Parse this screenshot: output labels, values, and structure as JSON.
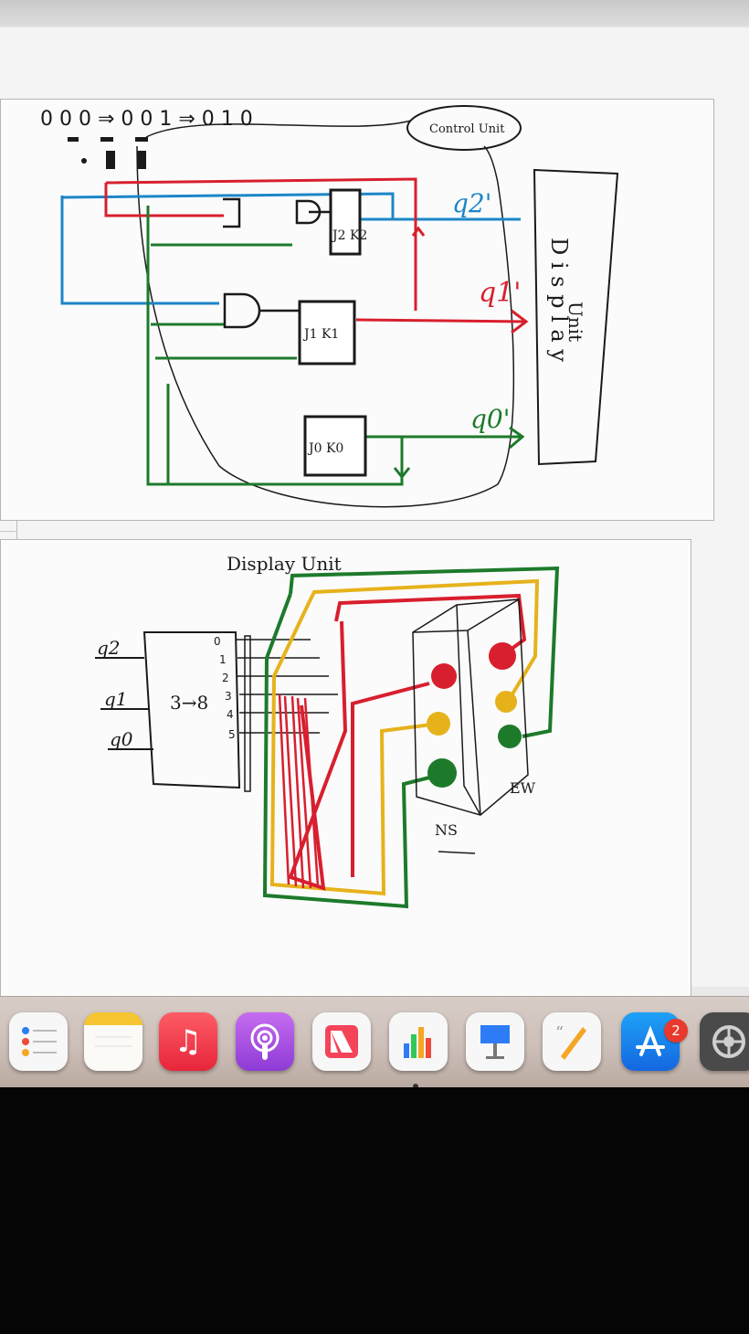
{
  "top_sketch": {
    "state_sequence": "0 0 0 ⇒ 0 0 1 ⇒ 0 1 0",
    "control_label": "Control Unit",
    "outputs": [
      "q2'",
      "q1'",
      "q0'"
    ],
    "display_unit_letters": "D i s p l a y",
    "display_unit_word": "Unit",
    "flipflops": [
      "J2 K2",
      "J1 K1",
      "J0 K0"
    ]
  },
  "bottom_sketch": {
    "title": "Display Unit",
    "inputs": [
      "q2",
      "q1",
      "q0"
    ],
    "decoder_label": "3→8",
    "decoder_outputs": [
      "0",
      "1",
      "2",
      "3",
      "4",
      "5"
    ],
    "ns_label": "NS",
    "ew_label": "EW"
  },
  "dock": {
    "apps": [
      {
        "name": "Reminders",
        "icon": "reminders-icon"
      },
      {
        "name": "Notes",
        "icon": "notes-icon"
      },
      {
        "name": "Music",
        "icon": "music-icon"
      },
      {
        "name": "Podcasts",
        "icon": "podcasts-icon"
      },
      {
        "name": "News",
        "icon": "news-icon"
      },
      {
        "name": "Numbers",
        "icon": "numbers-icon"
      },
      {
        "name": "Keynote",
        "icon": "keynote-icon"
      },
      {
        "name": "Pages",
        "icon": "pages-icon"
      },
      {
        "name": "App Store",
        "icon": "app-store-icon"
      },
      {
        "name": "System Preferences",
        "icon": "system-preferences-icon"
      }
    ],
    "app_store_badge": "2"
  },
  "colors": {
    "red": "#d81f2e",
    "blue": "#1c86c8",
    "green": "#1d7a2b",
    "yellow": "#e6b21c",
    "ink": "#1a1a1a"
  }
}
